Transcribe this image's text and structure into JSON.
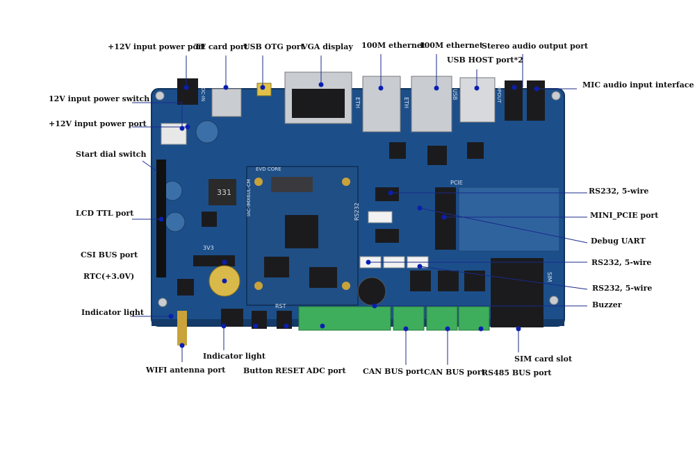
{
  "colors": {
    "board": "#1c4f8a",
    "board_dark": "#133a69",
    "leader": "#1a2a8a",
    "dot": "#0a1fb0",
    "label": "#111111",
    "terminal": "#3fae5c",
    "silver": "#c9ccd1",
    "chip": "#1b1b1e"
  },
  "labels": {
    "pwr_port_top": "+12V input power port",
    "tf_card": "TF card port",
    "usb_otg": "USB OTG port",
    "vga": "VGA display",
    "eth1": "100M ethernet",
    "eth2": "100M ethernet",
    "usb_host": "USB HOST port*2",
    "stereo": "Stereo audio output port",
    "mic": "MIC audio input interface",
    "pwr_switch": "12V input power switch",
    "pwr_port_left": "+12V input power port",
    "dial_switch": "Start dial switch",
    "lcd_ttl": "LCD TTL port",
    "csi_bus": "CSI BUS port",
    "rtc": "RTC(+3.0V)",
    "indicator_left": "Indicator light",
    "indicator_bottom": "Indicator light",
    "wifi": "WIFI antenna port",
    "button": "Button",
    "reset": "RESET",
    "adc": "ADC port",
    "can1": "CAN BUS port",
    "can2": "CAN BUS port",
    "rs485": "RS485 BUS port",
    "sim": "SIM card slot",
    "rs232_1": "RS232, 5-wire",
    "mini_pcie": "MINI_PCIE port",
    "debug_uart": "Debug UART",
    "rs232_2": "RS232, 5-wire",
    "rs232_3": "RS232, 5-wire",
    "buzzer": "Buzzer"
  },
  "board_silkscreen": {
    "silk_eth_a": "ETH",
    "silk_eth_b": "ETH",
    "silk_usb": "USB",
    "silk_pcie": "PCIE",
    "silk_sim": "SIM",
    "silk_rs232": "RS232",
    "silk_rst": "RST",
    "silk_3v3": "3V3",
    "silk_core": "EVD CORE",
    "silk_model": "IAC-IMX6UL-CM",
    "silk_inductor": "331",
    "silk_hpout": "HPOUT",
    "silk_dc": "DC-IN"
  }
}
